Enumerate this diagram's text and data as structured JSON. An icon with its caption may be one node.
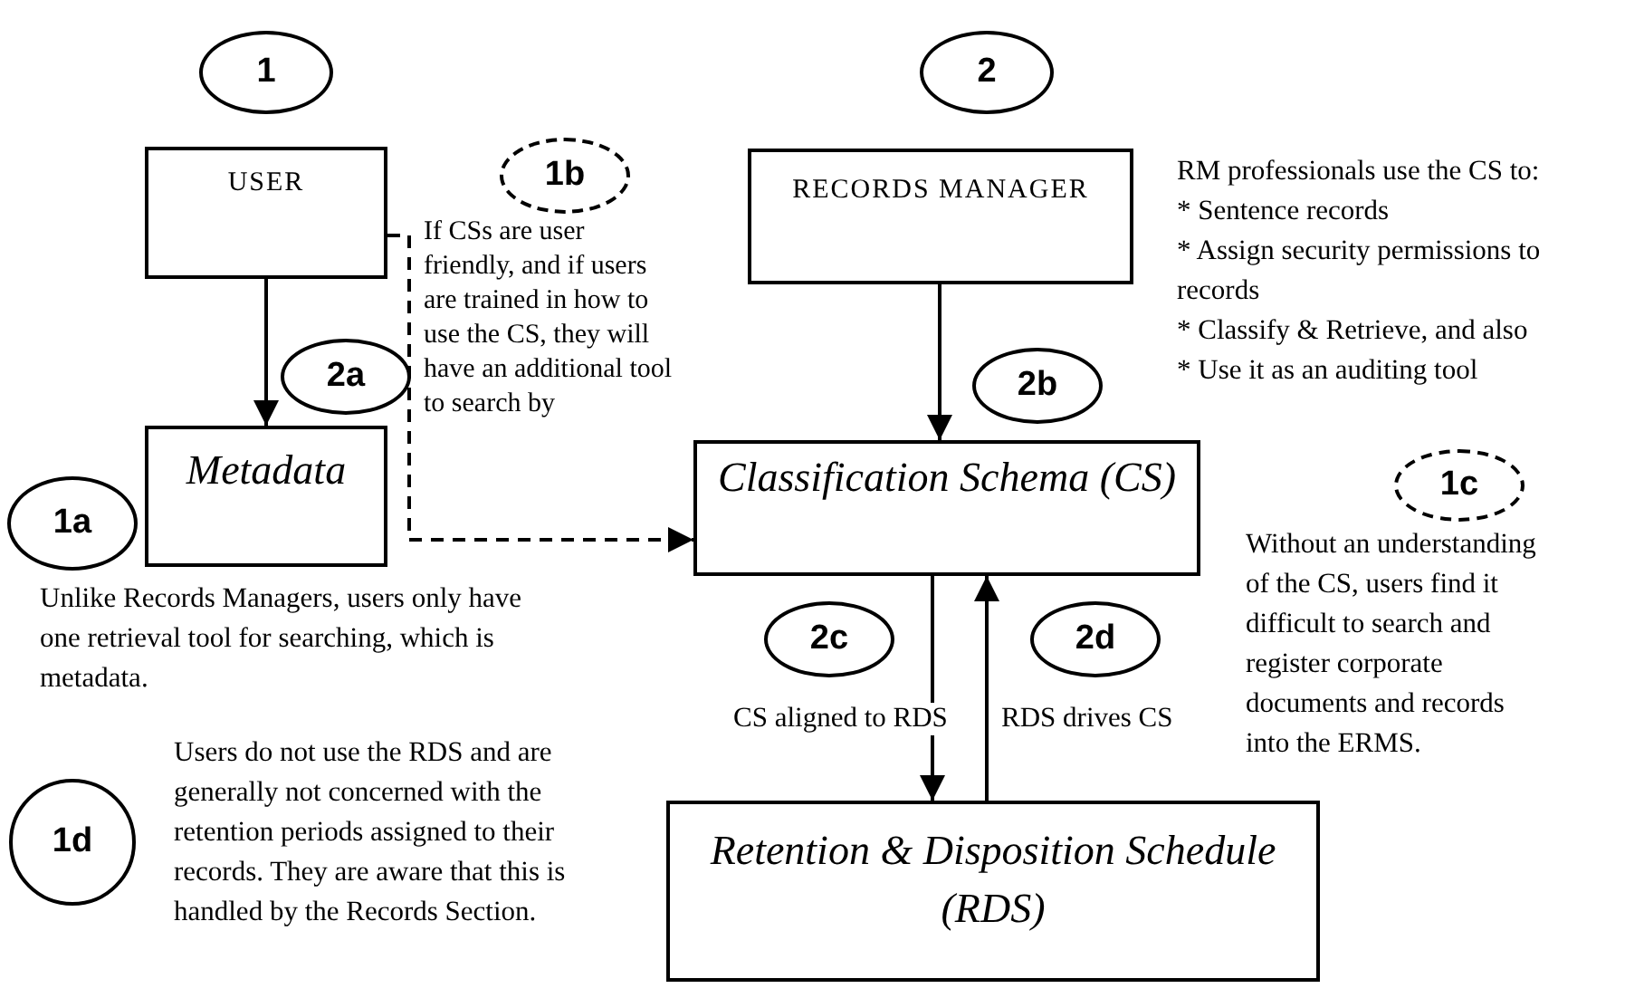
{
  "diagram": {
    "nodes": [
      {
        "text": [
          "1"
        ]
      },
      {
        "text": [
          "2"
        ]
      },
      {
        "text": [
          "1b"
        ],
        "beside": [
          "If CSs are user friendly, and if users are trained in how to use the CS, they will have an additional tool to search by"
        ]
      },
      {
        "text": [
          "USER"
        ]
      },
      {
        "text": [
          "RECORDS MANAGER"
        ],
        "beside": [
          "RM professionals use the CS to:",
          "* Sentence records",
          "* Assign security permissions to records",
          "* Classify & Retrieve, and also",
          "* Use it as an auditing tool"
        ]
      },
      {
        "text": [
          "2a"
        ]
      },
      {
        "text": [
          "2b"
        ]
      },
      {
        "text": [
          "Metadata"
        ]
      },
      {
        "text": [
          "Classification Schema (CS)"
        ]
      },
      {
        "text": [
          "1c"
        ],
        "beside": [
          "Without an understanding of the CS, users find it difficult to search and register corporate documents and records into the ERMS."
        ]
      },
      {
        "text": [
          "1a"
        ],
        "beside": [
          "Unlike Records Managers, users only have one retrieval tool for searching, which is metadata."
        ]
      },
      {
        "text": [
          "2c"
        ]
      },
      {
        "text": [
          "2d"
        ]
      },
      {
        "text": [
          "1d"
        ],
        "beside": [
          "Users do not use the RDS and are generally not concerned with the retention periods assigned to their records. They are aware that this is handled by the Records Section."
        ]
      },
      {
        "text": [
          "Retention & Disposition Schedule (RDS)"
        ]
      }
    ],
    "edges": [
      {
        "from": 3,
        "to": 7,
        "arrow": "to"
      },
      {
        "from": 4,
        "to": 8,
        "arrow": "to"
      },
      {
        "from": 3,
        "to": 8,
        "arrow": "to",
        "style": "dashed"
      },
      {
        "from": 8,
        "to": 14,
        "arrow": "to",
        "label": "CS aligned to RDS"
      },
      {
        "from": 14,
        "to": 8,
        "arrow": "to",
        "label": "RDS drives CS"
      }
    ]
  }
}
